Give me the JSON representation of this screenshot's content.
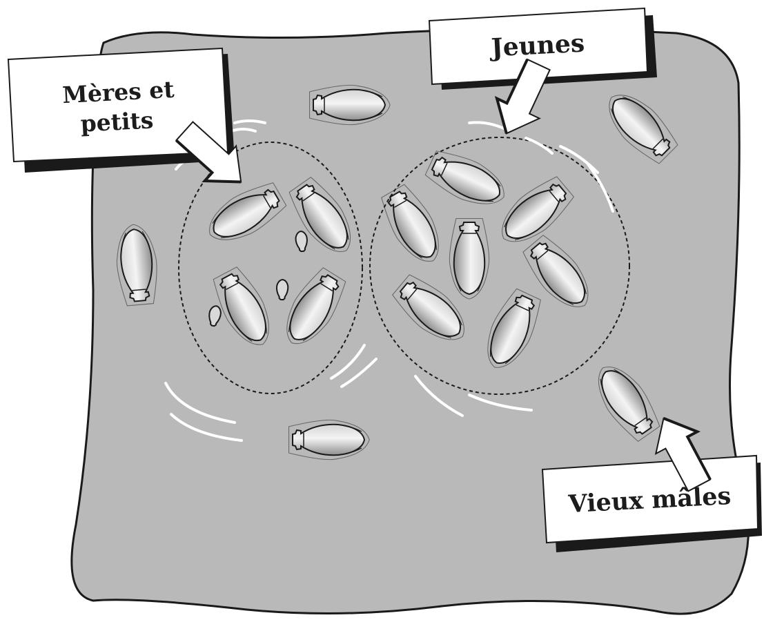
{
  "labels": {
    "meres_et_petits_line1": "Mères et",
    "meres_et_petits_line2": "petits",
    "jeunes": "Jeunes",
    "vieux_males": "Vieux mâles"
  },
  "colors": {
    "ground": "#b9b9b9",
    "outline": "#1a1a1a",
    "animal_light": "#f2f2f2",
    "animal_dark": "#9a9a9a",
    "label_box": "#ffffff",
    "label_shadow": "#1a1a1a"
  }
}
